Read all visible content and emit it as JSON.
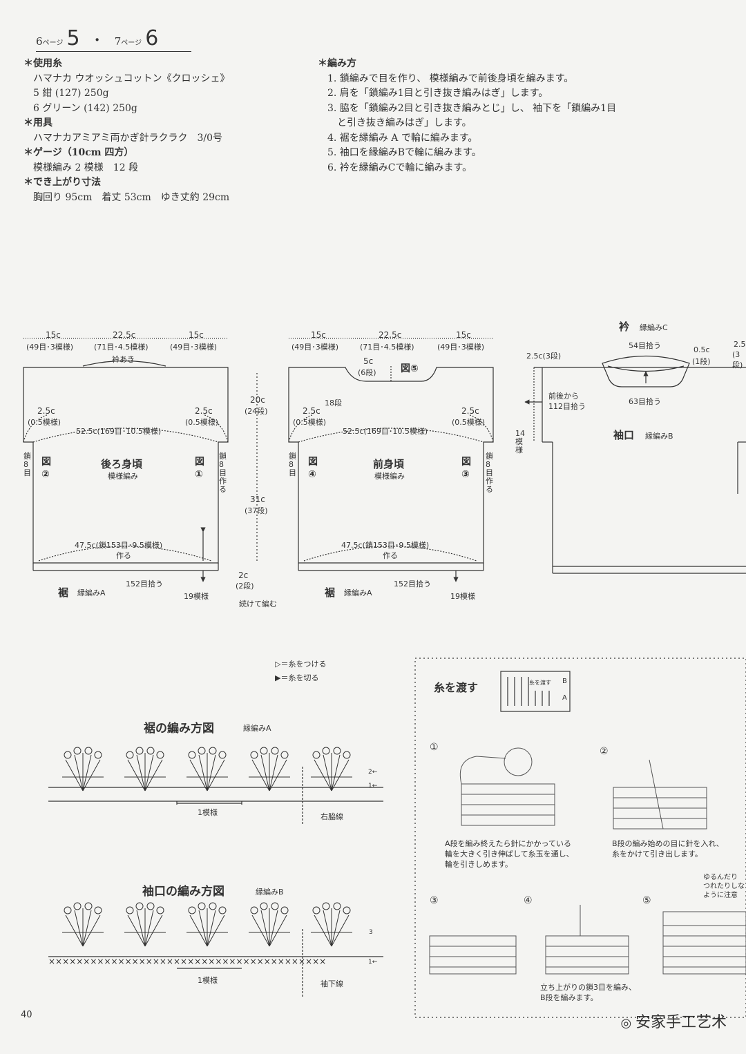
{
  "header": {
    "p1": "6",
    "p1_suffix": "ページ",
    "n1": "5",
    "sep": "・",
    "p2": "7",
    "p2_suffix": "ページ",
    "n2": "6"
  },
  "materials": {
    "yarn_head": "＊使用糸",
    "yarn_name": "ハマナカ ウオッシュコットン《クロッシェ》",
    "yarn5": "5 紺 (127) 250g",
    "yarn6": "6 グリーン (142) 250g",
    "tool_head": "＊用具",
    "tool": "ハマナカアミアミ両かぎ針ラクラク　3/0号",
    "gauge_head": "＊ゲージ（10cm 四方）",
    "gauge": "模様編み 2 模様　12 段",
    "size_head": "＊でき上がり寸法",
    "size": "胸回り 95cm　着丈 53cm　ゆき丈約 29cm"
  },
  "method": {
    "head": "＊編み方",
    "steps": [
      "1. 鎖編みで目を作り、 模様編みで前後身頃を編みます。",
      "2. 肩を「鎖編み1目と引き抜き編みはぎ」します。",
      "3. 脇を「鎖編み2目と引き抜き編みとじ」し、 袖下を「鎖編み1目",
      "　と引き抜き編みはぎ」します。",
      "4. 裾を縁編み A で輪に編みます。",
      "5. 袖口を縁編みBで輪に編みます。",
      "6. 衿を縁編みCで輪に編みます。"
    ]
  },
  "back": {
    "top1": "15c",
    "top1s": "(49目･3模様)",
    "top2": "22.5c",
    "top2s": "(71目･4.5模様)",
    "top3": "15c",
    "top3s": "(49目･3模様)",
    "neck": "衿あき",
    "sl": "2.5c",
    "sls": "(0.5模様)",
    "sr": "2.5c",
    "srs": "(0.5模様)",
    "width": "52.5c(169目･10.5模様)",
    "title": "後ろ身頃",
    "sub": "模様編み",
    "fig2": "図②",
    "fig1": "図①",
    "chainL": "鎖8目",
    "chainR": "鎖8目作る",
    "bottom": "47.5c(鎖153目･9.5模様)",
    "bottom2": "作る",
    "pick": "152目拾う",
    "hem": "裾",
    "hemA": "縁編みA",
    "rep": "19模様"
  },
  "mid": {
    "h1": "20c",
    "h1s": "(24段)",
    "h2": "31c",
    "h2s": "(37段)",
    "h3": "2c",
    "h3s": "(2段)",
    "cont": "続けて編む"
  },
  "front": {
    "top1": "15c",
    "top1s": "(49目･3模様)",
    "top2": "22.5c",
    "top2s": "(71目･4.5模様)",
    "top3": "15c",
    "top3s": "(49目･3模様)",
    "neckd": "5c",
    "neckds": "(6段)",
    "fig5": "図⑤",
    "d18": "18段",
    "sl": "2.5c",
    "sls": "(0.5模様)",
    "sr": "2.5c",
    "srs": "(0.5模様)",
    "width": "52.5c(169目･10.5模様)",
    "title": "前身頃",
    "sub": "模様編み",
    "fig4": "図④",
    "fig3": "図③",
    "chainL": "鎖8目",
    "chainR": "鎖8目作る",
    "bottom": "47.5c(鎖153目･9.5模様)",
    "bottom2": "作る",
    "pick": "152目拾う",
    "hem": "裾",
    "hemA": "縁編みA",
    "rep": "19模様"
  },
  "sleeve": {
    "collar": "衿",
    "collarC": "縁編みC",
    "pick54": "54目拾う",
    "pick63": "63目拾う",
    "d25": "2.5c(3段)",
    "d05": "0.5c",
    "d05s": "(1段)",
    "d25r": "2.5",
    "d25rs": "(3段)",
    "fb": "前後から",
    "fb2": "112目拾う",
    "cuff": "袖口",
    "cuffB": "縁編みB",
    "rep14": "14模様"
  },
  "legend": {
    "attach": "＝糸をつける",
    "cut": "＝糸を切る"
  },
  "hemchart": {
    "title": "裾の編み方図",
    "sub": "縁編みA",
    "one": "1模様",
    "side": "右脇線",
    "r2": "2←",
    "r1": "1←"
  },
  "cuffchart": {
    "title": "袖口の編み方図",
    "sub": "縁編みB",
    "one": "1模様",
    "side": "袖下線",
    "r3": "3",
    "r1": "1←"
  },
  "carry": {
    "title": "糸を渡す",
    "mini": "糸を渡す",
    "a": "A",
    "b": "B",
    "s1": "①",
    "s2": "②",
    "s3": "③",
    "s4": "④",
    "s5": "⑤",
    "t1a": "A段を編み終えたら針にかかっている",
    "t1b": "輪を大きく引き伸ばして糸玉を通し、",
    "t1c": "輪を引きしめます。",
    "t2a": "B段の編み始めの目に針を入れ、",
    "t2b": "糸をかけて引き出します。",
    "t4a": "立ち上がりの鎖3目を編み、",
    "t4b": "B段を編みます。",
    "t5a": "ゆるんだり",
    "t5b": "つれたりしな",
    "t5c": "ように注意"
  },
  "page_number": "40",
  "watermark": "安家手工艺术"
}
